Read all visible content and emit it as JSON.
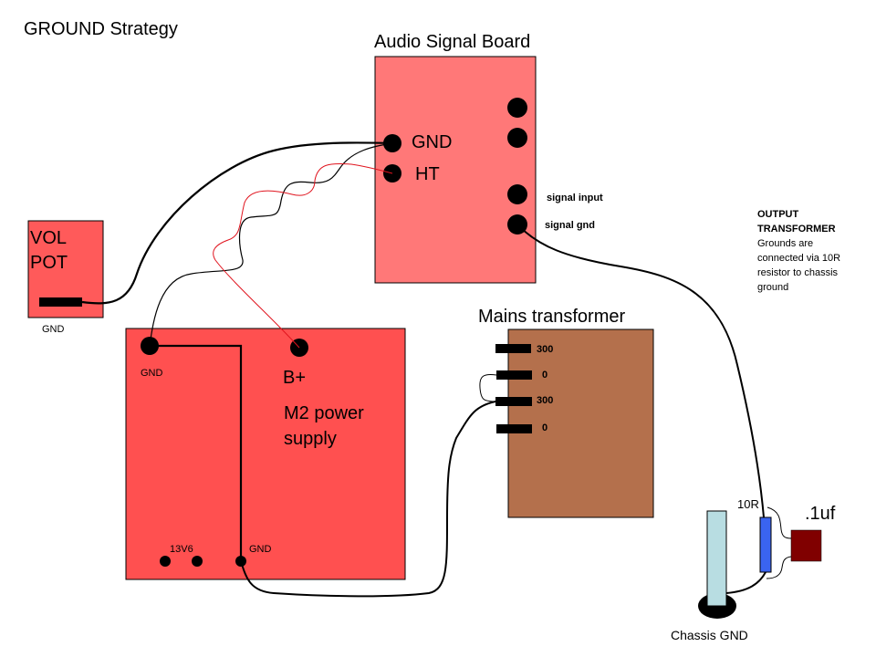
{
  "title": "GROUND Strategy",
  "colors": {
    "audio_board": "#ff7878",
    "power_supply": "#ff5050",
    "vol_pot": "#ff5a5a",
    "mains_transformer": "#b4704c",
    "chassis_post": "#b8dde2",
    "resistor": "#3a64f0",
    "capacitor": "#800000",
    "red_wire": "#e0141e"
  },
  "audio_board": {
    "label": "Audio Signal Board",
    "gnd_label": "GND",
    "ht_label": "HT",
    "signal_input_label": "signal input",
    "signal_gnd_label": "signal gnd"
  },
  "vol_pot": {
    "line1": "VOL",
    "line2": "POT",
    "gnd_label": "GND"
  },
  "power_supply": {
    "gnd_top_label": "GND",
    "bplus_label": "B+",
    "name_line1": "M2 power",
    "name_line2": "supply",
    "v13_label": "13V6",
    "gnd_bottom_label": "GND"
  },
  "mains_transformer": {
    "label": "Mains transformer",
    "taps": [
      "300",
      "0",
      "300",
      "0"
    ]
  },
  "output_transformer_note": {
    "heading_line1": "OUTPUT",
    "heading_line2": "TRANSFORMER",
    "lines": [
      "Grounds are",
      "connected via 10R",
      "resistor to chassis",
      "ground"
    ]
  },
  "resistor_label": "10R",
  "capacitor_label": ".1uf",
  "chassis_label": "Chassis GND"
}
